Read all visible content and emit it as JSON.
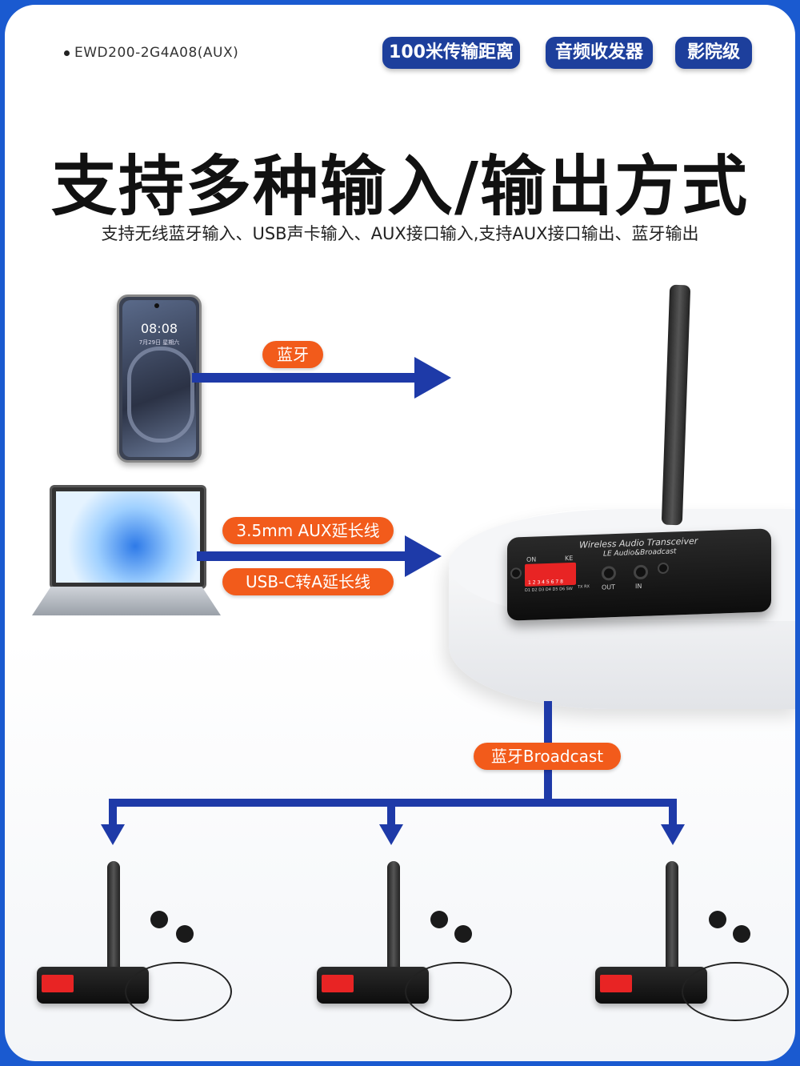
{
  "header": {
    "model": "EWD200-2G4A08(AUX)",
    "badges": [
      "100米传输距离",
      "音频收发器",
      "影院级"
    ]
  },
  "title": "支持多种输入/输出方式",
  "subtitle": "支持无线蓝牙输入、USB声卡输入、AUX接口输入,支持AUX接口输出、蓝牙输出",
  "labels": {
    "bluetooth": "蓝牙",
    "aux": "3.5mm AUX延长线",
    "usb": "USB-C转A延长线",
    "broadcast": "蓝牙Broadcast"
  },
  "phone": {
    "time": "08:08",
    "date": "7月29日 星期六"
  },
  "device": {
    "name": "Wireless Audio Transceiver",
    "sub": "LE Audio&Broadcast",
    "out": "OUT",
    "in": "IN",
    "on": "ON",
    "ke": "KE",
    "dip_numbers": "1 2 3 4 5 6 7 8",
    "dip_labels": "D1 D2 D3 D4 D5 D6 SW",
    "mode": "TX RX"
  },
  "colors": {
    "border": "#1a5ad0",
    "badge": "#1d3f9c",
    "arrow": "#1e3aa8",
    "pill": "#f25b1b"
  }
}
